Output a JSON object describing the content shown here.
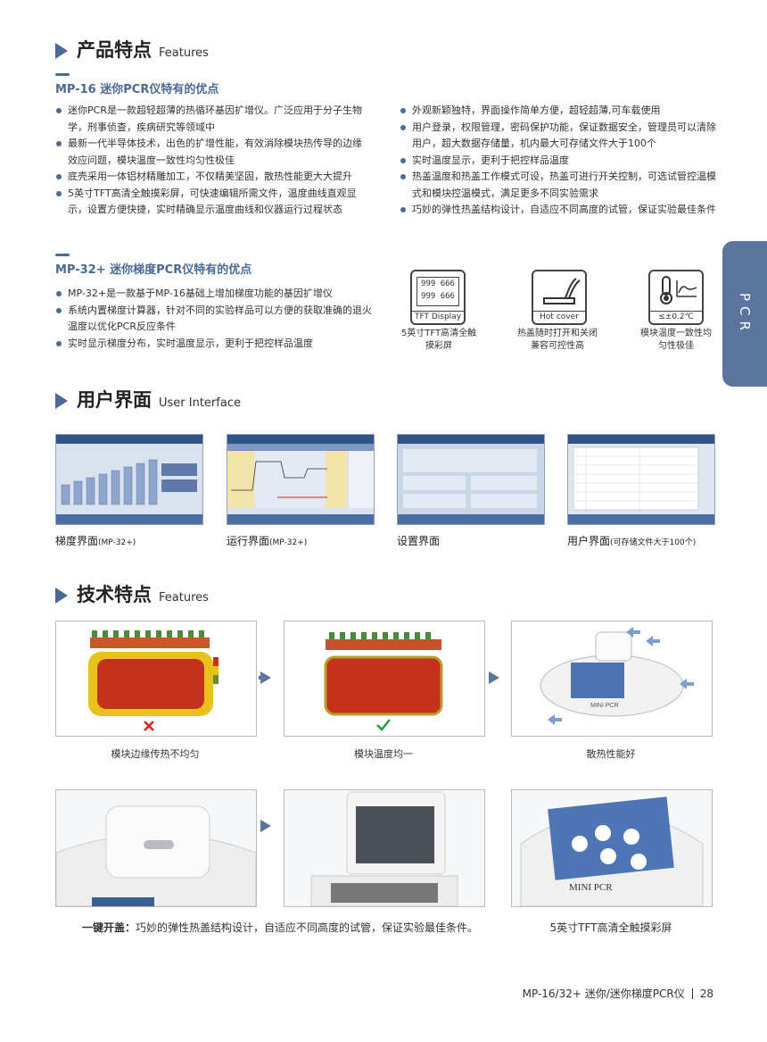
{
  "sections": {
    "features": {
      "zh": "产品特点",
      "en": "Features"
    },
    "ui": {
      "zh": "用户界面",
      "en": "User Interface"
    },
    "tech": {
      "zh": "技术特点",
      "en": "Features"
    }
  },
  "mp16": {
    "title": "MP-16 迷你PCR仪特有的优点",
    "left_bullets": [
      "迷你PCR是一款超轻超薄的热循环基因扩增仪。广泛应用于分子生物学，刑事侦查，疾病研究等领域中",
      "最新一代半导体技术，出色的扩增性能，有效消除模块热传导的边缘效应问题，模块温度一致性均匀性极佳",
      "底壳采用一体铝材精雕加工，不仅精美坚固，散热性能更大大提升",
      "5英寸TFT高清全触摸彩屏，可快速编辑所需文件，温度曲线直观显示，设置方便快捷，实时精确显示温度曲线和仪器运行过程状态"
    ],
    "right_bullets": [
      "外观新颖独特，界面操作简单方便，超轻超薄,可车载使用",
      "用户登录，权限管理，密码保护功能，保证数据安全，管理员可以清除用户，超大数据存储量，机内最大可存储文件大于100个",
      "实时温度显示，更利于把控样品温度",
      "热盖温度和热盖工作模式可设，热盖可进行开关控制，可选试管控温模式和模块控温模式，满足更多不同实验需求",
      "巧妙的弹性热盖结构设计，自适应不同高度的试管，保证实验最佳条件"
    ]
  },
  "mp32": {
    "title": "MP-32+ 迷你梯度PCR仪特有的优点",
    "bullets": [
      "MP-32+是一款基于MP-16基础上增加梯度功能的基因扩增仪",
      "系统内置梯度计算器，针对不同的实验样品可以方便的获取准确的退火温度以优化PCR反应条件",
      "实时显示梯度分布，实时温度显示，更利于把控样品温度"
    ]
  },
  "icons": [
    {
      "name": "tft-display-icon",
      "label": "TFT Display",
      "digits": [
        "999 666",
        "999 666"
      ],
      "caption": [
        "5英寸TFT高清全触",
        "摸彩屏"
      ]
    },
    {
      "name": "hot-cover-icon",
      "label": "Hot cover",
      "caption": [
        "热盖随时打开和关闭",
        "兼容可控性高"
      ]
    },
    {
      "name": "thermometer-icon",
      "label": "≤±0.2℃",
      "caption": [
        "模块温度一致性均",
        "匀性极佳"
      ]
    }
  ],
  "side_tab": "PCR",
  "ui_screens": [
    {
      "caption": "梯度界面",
      "note": "(MP-32+)"
    },
    {
      "caption": "运行界面",
      "note": "(MP-32+)"
    },
    {
      "caption": "设置界面",
      "note": ""
    },
    {
      "caption": "用户界面",
      "note": "(可存储文件大于100个)"
    }
  ],
  "tech_captions": {
    "uneven": "模块边缘传热不均匀",
    "even": "模块温度均一",
    "cooling": "散热性能好",
    "lid_bold": "一键开盖：",
    "lid_text": "巧妙的弹性热盖结构设计，自适应不同高度的试管，保证实验最佳条件。",
    "screen": "5英寸TFT高清全触摸彩屏"
  },
  "device_label": "MINI PCR",
  "footer": {
    "product": "MP-16/32+ 迷你/迷你梯度PCR仪",
    "page": "28"
  },
  "colors": {
    "accent": "#4a6a96",
    "heat_red": "#c4321e",
    "heat_yellow": "#e8c21a"
  }
}
